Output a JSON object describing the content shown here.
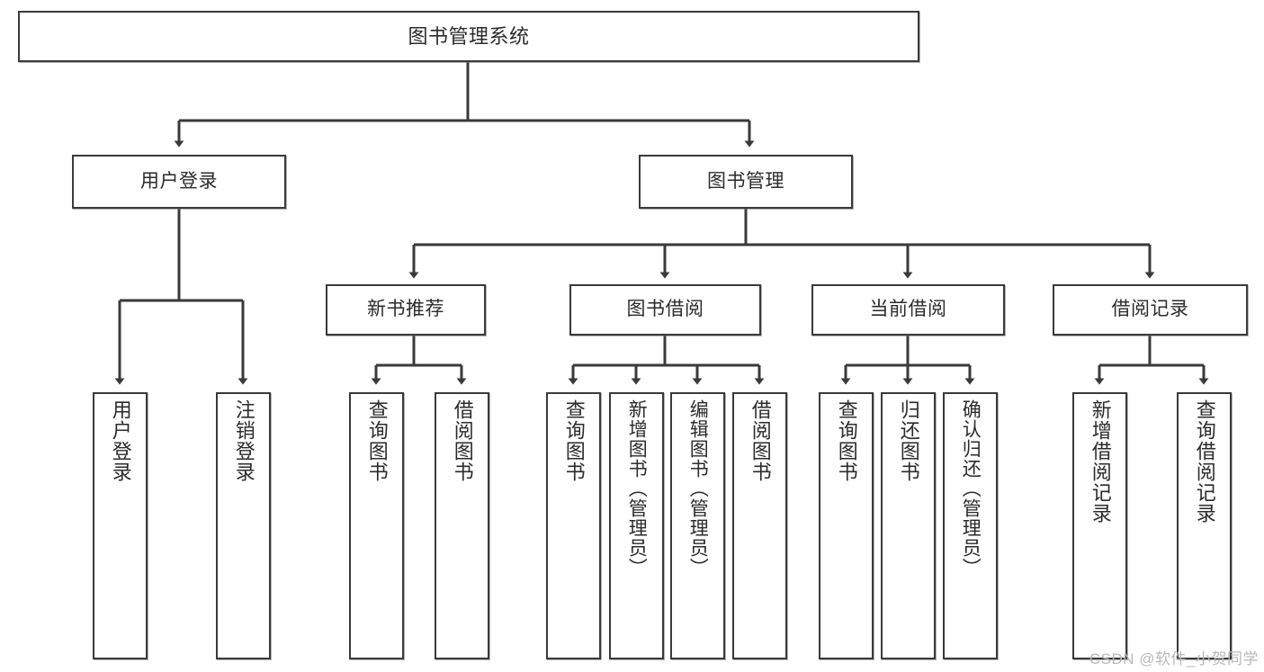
{
  "diagram": {
    "type": "tree",
    "title": "图书管理系统",
    "watermark": "CSDN @软件_小贺同学",
    "colors": {
      "border": "#3a3a3a",
      "background": "#ffffff",
      "text": "#2b2b2b",
      "edge": "#3a3a3a",
      "watermark": "#b8b8b8"
    },
    "nodes": {
      "root": {
        "label": "图书管理系统"
      },
      "level1": [
        {
          "label": "用户登录"
        },
        {
          "label": "图书管理"
        }
      ],
      "level2": [
        {
          "label": "新书推荐"
        },
        {
          "label": "图书借阅"
        },
        {
          "label": "当前借阅"
        },
        {
          "label": "借阅记录"
        }
      ],
      "leaves": {
        "user_login": [
          {
            "label": "用户登录"
          },
          {
            "label": "注销登录"
          }
        ],
        "new_book_recommend": [
          {
            "label": "查询图书"
          },
          {
            "label": "借阅图书"
          }
        ],
        "book_borrow": [
          {
            "label": "查询图书"
          },
          {
            "label": "新增图书（管理员）"
          },
          {
            "label": "编辑图书（管理员）"
          },
          {
            "label": "借阅图书"
          }
        ],
        "current_borrow": [
          {
            "label": "查询图书"
          },
          {
            "label": "归还图书"
          },
          {
            "label": "确认归还（管理员）"
          }
        ],
        "borrow_record": [
          {
            "label": "新增借阅记录"
          },
          {
            "label": "查询借阅记录"
          }
        ]
      }
    }
  }
}
